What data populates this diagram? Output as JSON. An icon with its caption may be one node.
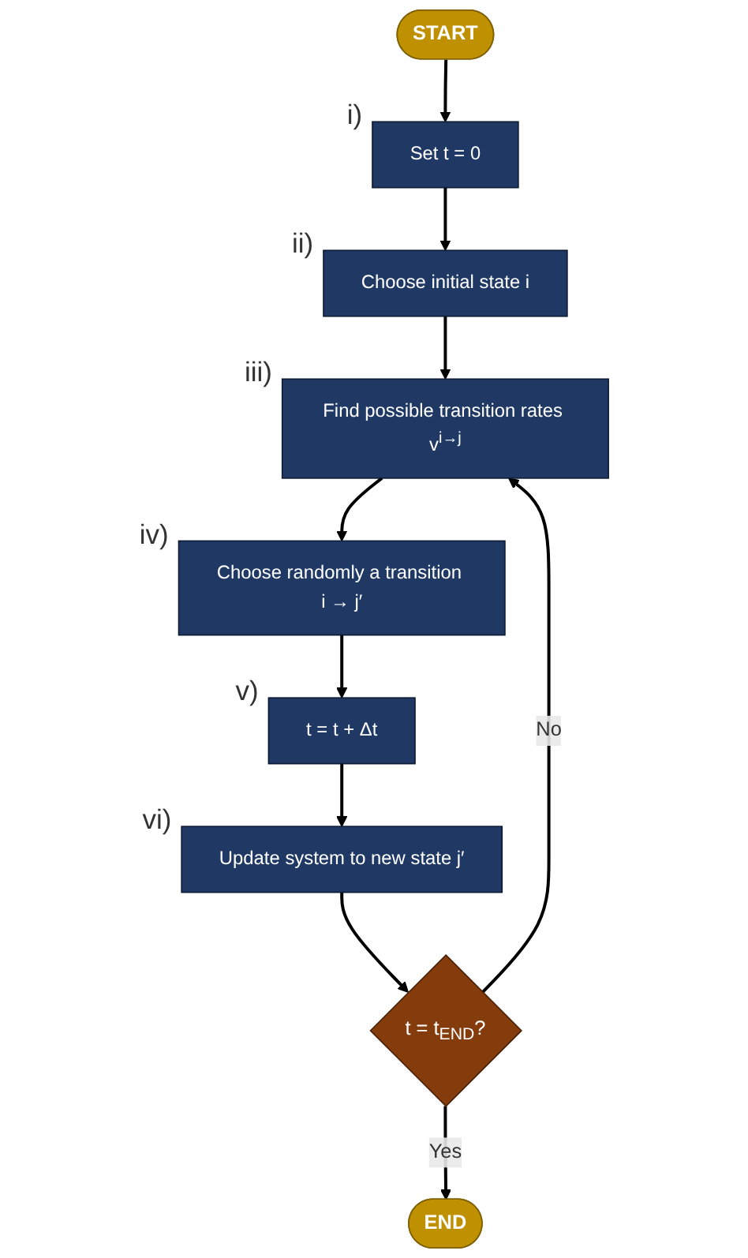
{
  "diagram": {
    "nodes": [
      {
        "text": [
          "START"
        ]
      },
      {
        "text": [
          "Set t = 0"
        ],
        "beside": [
          "i)"
        ]
      },
      {
        "text": [
          "Choose initial state i"
        ],
        "beside": [
          "ii)"
        ]
      },
      {
        "text": [
          "Find possible transition rates v$^{i→j}$"
        ],
        "beside": [
          "iii)"
        ]
      },
      {
        "text": [
          "Choose randomly a transition i → j′"
        ],
        "beside": [
          "iv)"
        ]
      },
      {
        "text": [
          "t = t + Δt"
        ],
        "beside": [
          "v)"
        ]
      },
      {
        "text": [
          "Update system to new state j′"
        ],
        "beside": [
          "vi)"
        ]
      },
      {
        "text": [
          "t = t$_{END}$?"
        ]
      },
      {
        "text": [
          "END"
        ]
      }
    ],
    "edges": [
      {
        "from": 0,
        "to": 1,
        "arrow": "to"
      },
      {
        "from": 1,
        "to": 2,
        "arrow": "to"
      },
      {
        "from": 2,
        "to": 3,
        "arrow": "to"
      },
      {
        "from": 3,
        "to": 4,
        "arrow": "to"
      },
      {
        "from": 4,
        "to": 5,
        "arrow": "to"
      },
      {
        "from": 5,
        "to": 6,
        "arrow": "to"
      },
      {
        "from": 6,
        "to": 7,
        "arrow": "to"
      },
      {
        "from": 7,
        "to": 3,
        "arrow": "to",
        "label": "No"
      },
      {
        "from": 7,
        "to": 8,
        "arrow": "to",
        "label": "Yes"
      }
    ]
  }
}
